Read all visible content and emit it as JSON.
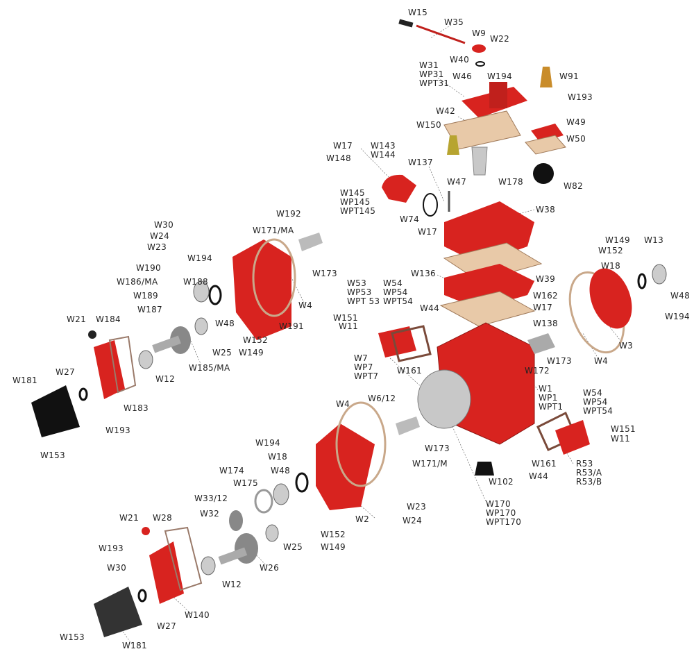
{
  "colors": {
    "part_red": "#d8231f",
    "gasket": "#e8c9a8",
    "metal": "#b8b8b8",
    "dark": "#1a1a1a"
  },
  "labels": {
    "top": [
      "W15",
      "W35",
      "W9",
      "W22",
      "W40",
      "W31\nWP31\nWPT31",
      "W46",
      "W194",
      "W91",
      "W193",
      "W42",
      "W49",
      "W150",
      "W50",
      "W17",
      "W143\nW144",
      "W148",
      "W137",
      "W47",
      "W178",
      "W82",
      "W145\nWP145\nWPT145",
      "W74",
      "W17",
      "W38"
    ],
    "left_gearbox": [
      "W192",
      "W171/MA",
      "W173",
      "W30",
      "W24",
      "W23",
      "W194",
      "W190",
      "W186/MA",
      "W189",
      "W187",
      "W188",
      "W48",
      "W4",
      "W191",
      "W152",
      "W25",
      "W149",
      "W185/MA",
      "W12",
      "W21",
      "W184",
      "W27",
      "W181",
      "W183",
      "W193",
      "W153"
    ],
    "center": [
      "W136",
      "W39",
      "W53\nWP53\nWPT 53",
      "W54\nWP54\nWPT54",
      "W44",
      "W162",
      "W17",
      "W138",
      "W151",
      "W11",
      "W161",
      "W7\nWP7\nWPT7",
      "W1\nWP1\nWPT1",
      "W173",
      "W172"
    ],
    "right": [
      "W149",
      "W152",
      "W13",
      "W18",
      "W48",
      "W194",
      "W3",
      "W4",
      "W54\nWP54\nWPT54",
      "W151",
      "W11",
      "W161",
      "W44",
      "R53\nR53/A\nR53/B"
    ],
    "bottom_gearbox": [
      "W4",
      "W6/12",
      "W173",
      "W171/M",
      "W102",
      "W170\nWP170\nWPT170",
      "W23",
      "W24",
      "W194",
      "W18",
      "W174",
      "W48",
      "W175",
      "W33/12",
      "W32",
      "W2",
      "W25",
      "W152",
      "W149",
      "W21",
      "W28",
      "W26",
      "W12",
      "W193",
      "W30",
      "W140",
      "W27",
      "W153",
      "W181"
    ]
  }
}
